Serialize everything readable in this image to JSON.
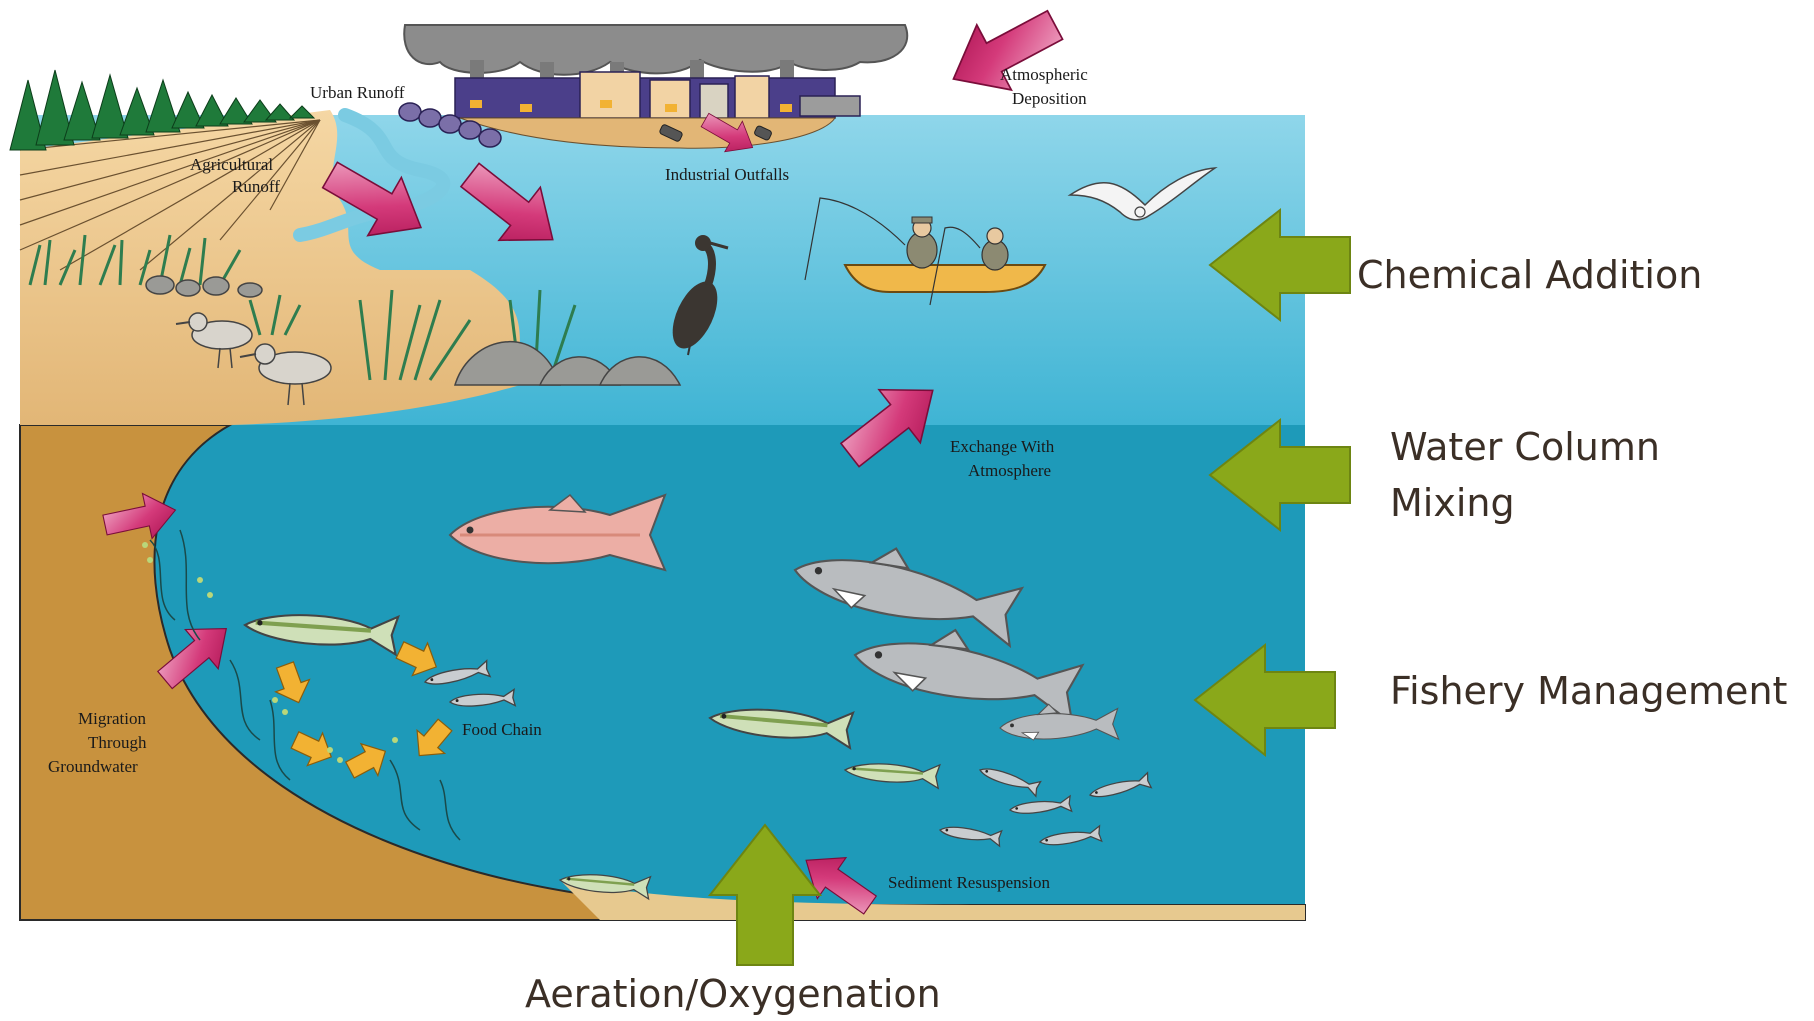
{
  "colors": {
    "water_surface": "#5cc3de",
    "water_deep": "#1e9ab9",
    "shore_sand": "#e9c486",
    "sediment": "#c8923e",
    "pink_arrow": "#c8246a",
    "green_arrow": "#8aa81a",
    "smog": "#8c8c8c",
    "city": "#4b3f8a"
  },
  "diagram_labels": {
    "urban_runoff": "Urban Runoff",
    "atmospheric_deposition_line1": "Atmospheric",
    "atmospheric_deposition_line2": "Deposition",
    "agricultural_runoff_line1": "Agricultural",
    "agricultural_runoff_line2": "Runoff",
    "industrial_outfalls": "Industrial Outfalls",
    "exchange_line1": "Exchange With",
    "exchange_line2": "Atmosphere",
    "migration_line1": "Migration",
    "migration_line2": "Through",
    "migration_line3": "Groundwater",
    "food_chain": "Food Chain",
    "sediment_resuspension": "Sediment Resuspension"
  },
  "interventions": {
    "chemical_addition": "Chemical Addition",
    "water_column_line1": "Water Column",
    "water_column_line2": "Mixing",
    "fishery_management": "Fishery Management",
    "aeration": "Aeration/Oxygenation"
  }
}
